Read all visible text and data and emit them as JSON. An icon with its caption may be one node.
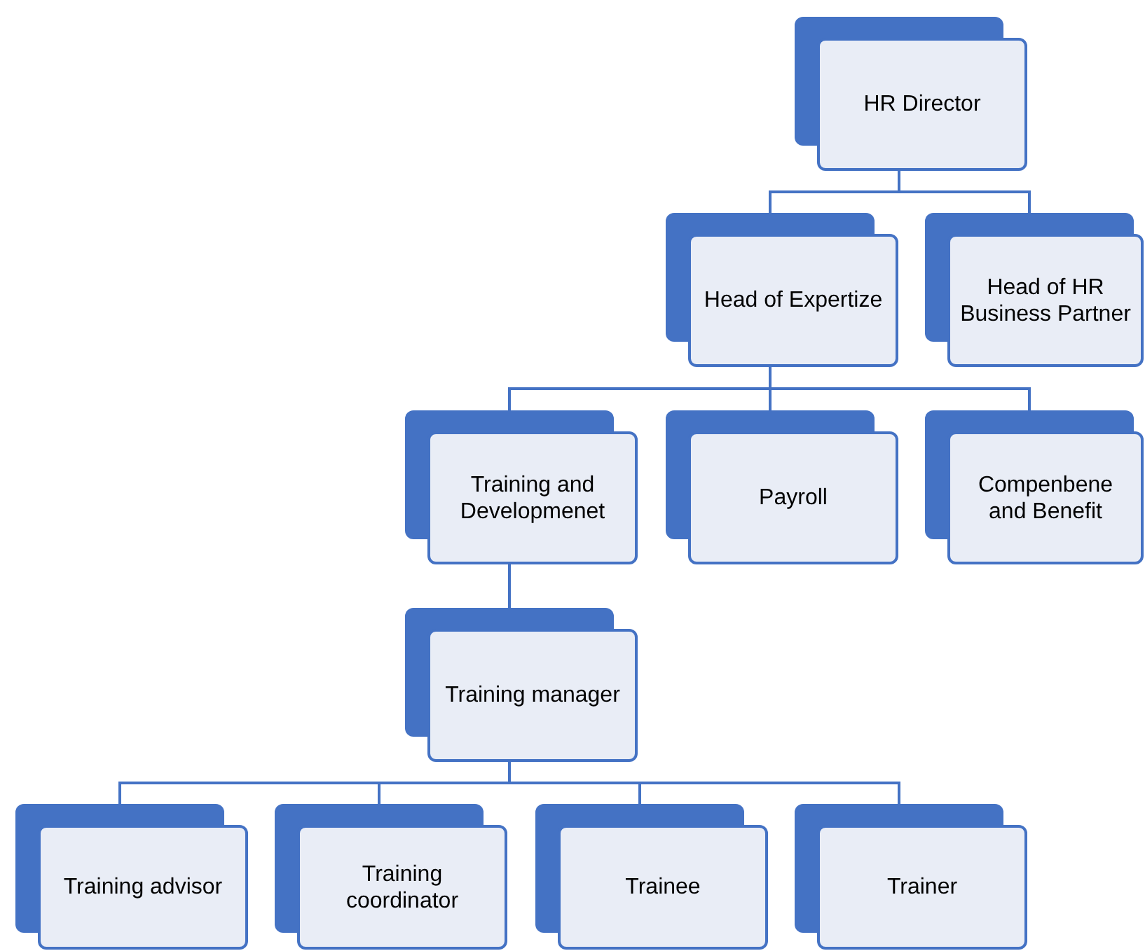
{
  "diagram": {
    "nodes": [
      {
        "text": [
          "HR Director"
        ]
      },
      {
        "text": [
          "Head of Expertize"
        ]
      },
      {
        "text": [
          "Head of HR Business Partner"
        ]
      },
      {
        "text": [
          "Training and Developmenet"
        ]
      },
      {
        "text": [
          "Payroll"
        ]
      },
      {
        "text": [
          "Compenbene and Benefit"
        ]
      },
      {
        "text": [
          "Training manager"
        ]
      },
      {
        "text": [
          "Training advisor"
        ]
      },
      {
        "text": [
          "Training coordinator"
        ]
      },
      {
        "text": [
          "Trainee"
        ]
      },
      {
        "text": [
          "Trainer"
        ]
      }
    ],
    "edges": [
      {
        "from": 0,
        "to": 1,
        "arrow": "none"
      },
      {
        "from": 0,
        "to": 2,
        "arrow": "none"
      },
      {
        "from": 1,
        "to": 3,
        "arrow": "none"
      },
      {
        "from": 1,
        "to": 4,
        "arrow": "none"
      },
      {
        "from": 1,
        "to": 5,
        "arrow": "none"
      },
      {
        "from": 3,
        "to": 6,
        "arrow": "none"
      },
      {
        "from": 6,
        "to": 7,
        "arrow": "none"
      },
      {
        "from": 6,
        "to": 8,
        "arrow": "none"
      },
      {
        "from": 6,
        "to": 9,
        "arrow": "none"
      },
      {
        "from": 6,
        "to": 10,
        "arrow": "none"
      }
    ]
  }
}
